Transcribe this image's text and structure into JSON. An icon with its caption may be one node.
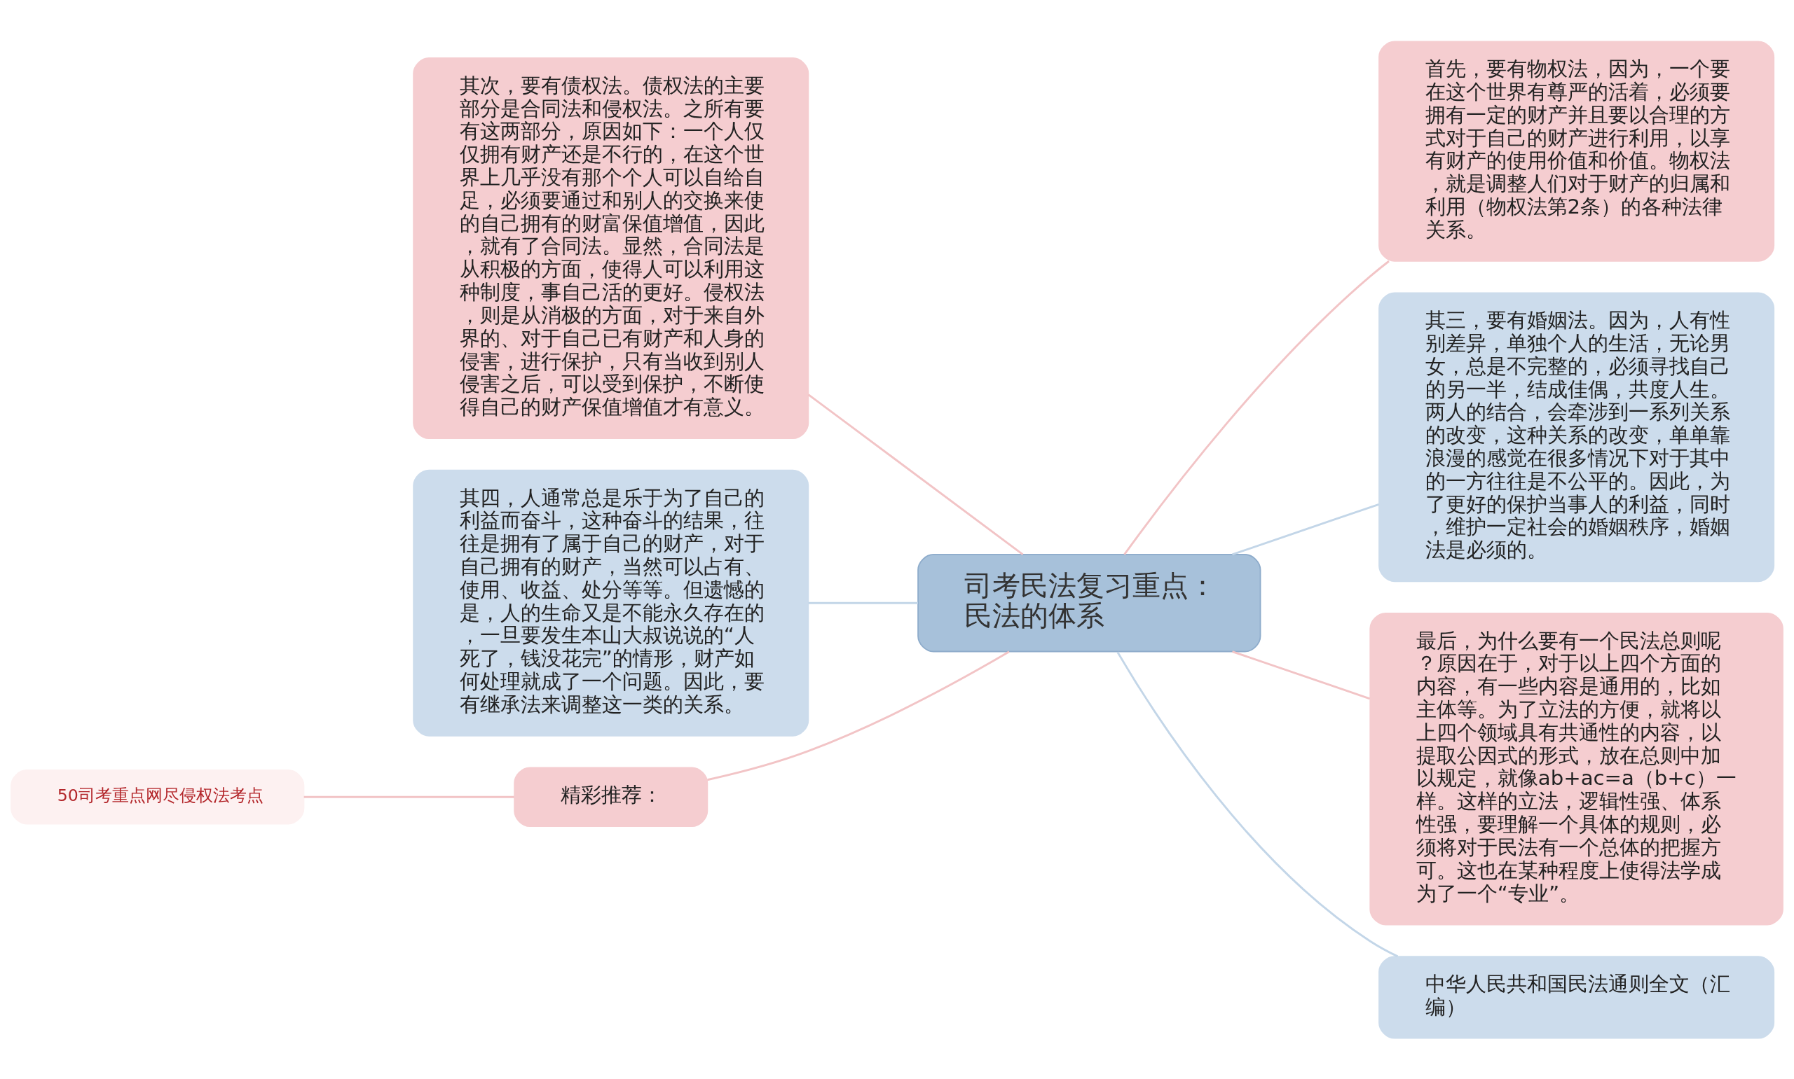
{
  "diagram": {
    "nodes": [
      {
        "text": [
          "司考民法复习重点：民法的体系"
        ]
      },
      {
        "text": [
          "其次，要有债权法。债权法的主要部分是合同法和侵权法。之所有要有这两部分，原因如下：一个人仅仅拥有财产还是不行的，在这个世界上几乎没有那个个人可以自给自足，必须要通过和别人的交换来使的自己拥有的财富保值增值，因此，就有了合同法。显然，合同法是从积极的方面，使得人可以利用这种制度，事自己活的更好。侵权法，则是从消极的方面，对于来自外界的、对于自己已有财产和人身的侵害，进行保护，只有当收到别人侵害之后，可以受到保护，不断使得自己的财产保值增值才有意义。"
        ]
      },
      {
        "text": [
          "其四，人通常总是乐于为了自己的利益而奋斗，这种奋斗的结果，往往是拥有了属于自己的财产，对于自己拥有的财产，当然可以占有、使用、收益、处分等等。但遗憾的是，人的生命又是不能永久存在的，一旦要发生本山大叔说说的“人死了，钱没花完”的情形，财产如何处理就成了一个问题。因此，要有继承法来调整这一类的关系。"
        ]
      },
      {
        "text": [
          "精彩推荐："
        ]
      },
      {
        "text": [
          "50司考重点网尽侵权法考点"
        ]
      },
      {
        "text": [
          "首先，要有物权法，因为，一个要在这个世界有尊严的活着，必须要拥有一定的财产并且要以合理的方式对于自己的财产进行利用，以享有财产的使用价值和价值。物权法，就是调整人们对于财产的归属和利用（物权法第2条）的各种法律关系。"
        ]
      },
      {
        "text": [
          "其三，要有婚姻法。因为，人有性别差异，单独个人的生活，无论男女，总是不完整的，必须寻找自己的另一半，结成佳偶，共度人生。两人的结合，会牵涉到一系列关系的改变，这种关系的改变，单单靠浪漫的感觉在很多情况下对于其中的一方往往是不公平的。因此，为了更好的保护当事人的利益，同时，维护一定社会的婚姻秩序，婚姻法是必须的。"
        ]
      },
      {
        "text": [
          "最后，为什么要有一个民法总则呢？原因在于，对于以上四个方面的内容，有一些内容是通用的，比如主体等。为了立法的方便，就将以上四个领域具有共通性的内容，以提取公因式的形式，放在总则中加以规定，就像ab+ac=a（b+c）一样。这样的立法，逻辑性强、体系性强，要理解一个具体的规则，必须将对于民法有一个总体的把握方可。这也在某种程度上使得法学成为了一个“专业”。"
        ]
      },
      {
        "text": [
          "中华人民共和国民法通则全文（汇编）"
        ]
      }
    ],
    "edges": [
      {
        "from": 0,
        "to": 1,
        "arrow": "none"
      },
      {
        "from": 0,
        "to": 2,
        "arrow": "none",
        "color": "#c3d6e8"
      },
      {
        "from": 0,
        "to": 3,
        "arrow": "none"
      },
      {
        "from": 3,
        "to": 4,
        "arrow": "none"
      },
      {
        "from": 0,
        "to": 5,
        "arrow": "none"
      },
      {
        "from": 0,
        "to": 6,
        "arrow": "none",
        "color": "#c3d6e8"
      },
      {
        "from": 0,
        "to": 7,
        "arrow": "none"
      },
      {
        "from": 0,
        "to": 8,
        "arrow": "none",
        "color": "#c3d6e8"
      }
    ]
  }
}
